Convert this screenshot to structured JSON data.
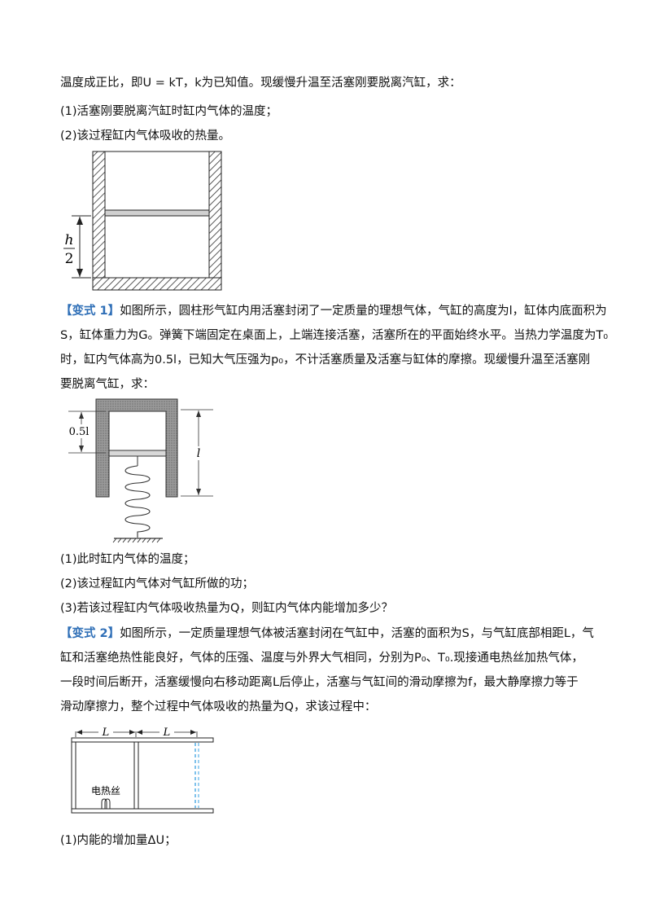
{
  "problem_main": {
    "intro": "温度成正比，即U = kT，k为已知值。现缓慢升温至活塞刚要脱离汽缸，求：",
    "q1": "(1)活塞刚要脱离汽缸时缸内气体的温度；",
    "q2": "(2)该过程缸内气体吸收的热量。",
    "figure": {
      "label_h_num": "h",
      "label_h_den": "2"
    }
  },
  "variant1": {
    "tag": "【变式 1】",
    "line1": "如图所示，圆柱形气缸内用活塞封闭了一定质量的理想气体，气缸的高度为l，缸体内底面积为",
    "line2": "S，缸体重力为G。弹簧下端固定在桌面上，上端连接活塞，活塞所在的平面始终水平。当热力学温度为T₀",
    "line3": "时，缸内气体高为0.5l，已知大气压强为p₀，不计活塞质量及活塞与缸体的摩擦。现缓慢升温至活塞刚",
    "line4": "要脱离气缸，求：",
    "figure": {
      "label_half": "0.5l",
      "label_l": "l"
    },
    "q1": "(1)此时缸内气体的温度；",
    "q2": "(2)该过程缸内气体对气缸所做的功；",
    "q3": "(3)若该过程缸内气体吸收热量为Q，则缸内气体内能增加多少？"
  },
  "variant2": {
    "tag": "【变式 2】",
    "line1": "如图所示，一定质量理想气体被活塞封闭在气缸中，活塞的面积为S，与气缸底部相距L，气",
    "line2": "缸和活塞绝热性能良好，气体的压强、温度与外界大气相同，分别为P₀、T₀.现接通电热丝加热气体，",
    "line3": "一段时间后断开，活塞缓慢向右移动距离L后停止，活塞与气缸间的滑动摩擦为f，最大静摩擦力等于",
    "line4": "滑动摩擦力，整个过程中气体吸收的热量为Q，求该过程中：",
    "figure": {
      "label_L1": "L",
      "label_L2": "L",
      "heater_label": "电热丝"
    },
    "q1": "(1)内能的增加量ΔU；"
  }
}
